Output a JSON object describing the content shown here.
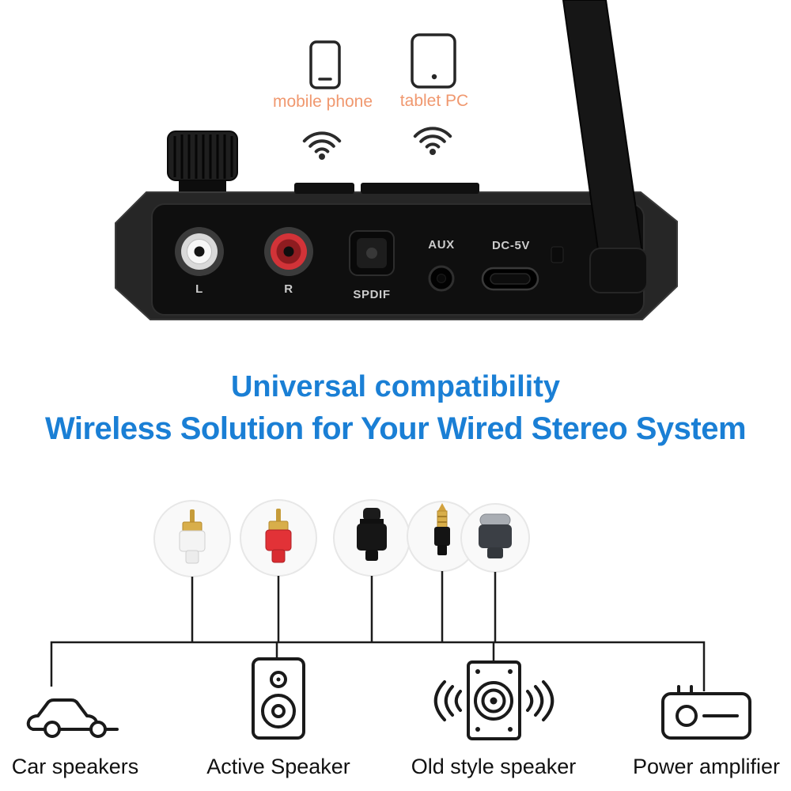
{
  "colors": {
    "blue": "#1a7fd5",
    "orange": "#f0986f",
    "line": "#1b1b1b"
  },
  "sources": [
    {
      "icon": "smartphone-icon",
      "label": "mobile phone"
    },
    {
      "icon": "tablet-icon",
      "label": "tablet PC"
    }
  ],
  "device": {
    "name": "bluetooth-audio-receiver",
    "port_labels": {
      "left_rca": "L",
      "right_rca": "R",
      "spdif": "SPDIF",
      "aux": "AUX",
      "power": "DC-5V"
    }
  },
  "headline": {
    "line1": "Universal compatibility",
    "line2": "Wireless Solution for Your Wired Stereo System"
  },
  "connectors": [
    {
      "icon": "rca-white-plug"
    },
    {
      "icon": "rca-red-plug"
    },
    {
      "icon": "optical-toslink-plug"
    },
    {
      "icon": "aux-35mm-plug"
    },
    {
      "icon": "usb-c-plug"
    }
  ],
  "outputs": [
    {
      "icon": "car-icon",
      "label": "Car speakers"
    },
    {
      "icon": "bookshelf-speaker-icon",
      "label": "Active Speaker"
    },
    {
      "icon": "vintage-speaker-icon",
      "label": "Old style speaker"
    },
    {
      "icon": "amplifier-icon",
      "label": "Power amplifier"
    }
  ]
}
